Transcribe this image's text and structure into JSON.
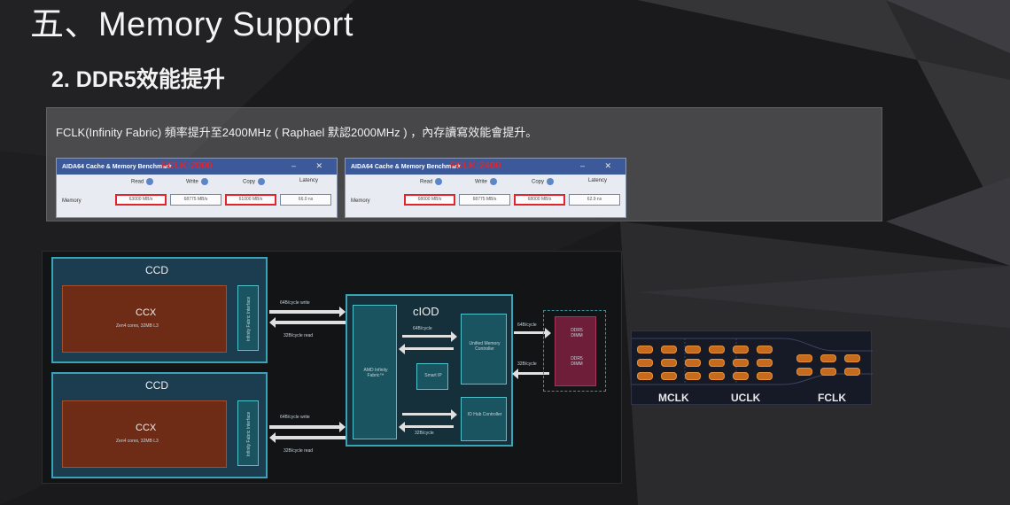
{
  "slide": {
    "title": "五、Memory Support",
    "subtitle": "2. DDR5效能提升"
  },
  "aida64": {
    "note": "FCLK(Infinity Fabric) 頻率提升至2400MHz ( Raphael 默認2000MHz ) ，內存讀寫效能會提升。",
    "windows": [
      {
        "app_title": "AIDA64 Cache & Memory Benchmark",
        "tag": "FCLK:2000",
        "columns": [
          "Read",
          "Write",
          "Copy",
          "Latency"
        ],
        "row_label": "Memory",
        "values": [
          "63000 MB/s",
          "68775 MB/s",
          "61000 MB/s",
          "66.0 ns"
        ],
        "controls": "– ✕"
      },
      {
        "app_title": "AIDA64 Cache & Memory Benchmark",
        "tag": "FCLK:2400",
        "columns": [
          "Read",
          "Write",
          "Copy",
          "Latency"
        ],
        "row_label": "Memory",
        "values": [
          "68000 MB/s",
          "68775 MB/s",
          "68000 MB/s",
          "62.9 ns"
        ],
        "controls": "– ✕"
      }
    ]
  },
  "io_diagram": {
    "ccds": [
      {
        "label": "CCD",
        "ccx_label": "CCX",
        "ccx_sub": "Zen4 cores, 32MB L3",
        "fabric_label": "Infinity Fabric Interface",
        "write_label": "64B/cycle write",
        "read_label": "32B/cycle read"
      },
      {
        "label": "CCD",
        "ccx_label": "CCX",
        "ccx_sub": "Zen4 cores, 32MB L3",
        "fabric_label": "Infinity Fabric Interface",
        "write_label": "64B/cycle write",
        "read_label": "32B/cycle read"
      }
    ],
    "iod_label": "cIOD",
    "fabric_core": "AMD Infinity Fabric™",
    "umc_label": "Unified Memory Controller",
    "smu_label": "Smart IP",
    "io_label": "IO Hub Controller",
    "arrow_labels": [
      "64B/cycle",
      "32B/cycle",
      "64B/cycle",
      "32B/cycle"
    ],
    "mem_link_top": "64B/cycle",
    "mem_link_bottom": "32B/cycle",
    "dimm_labels": [
      "DDR5 DIMM",
      "DDR5 DIMM"
    ]
  },
  "clock_panel": {
    "labels": [
      "MCLK",
      "UCLK",
      "FCLK"
    ]
  },
  "colors": {
    "accent_red": "#e0252c",
    "teal": "#3aa3b6",
    "ccx_brown": "#6e2c17",
    "dimm_maroon": "#6e1e38",
    "car_orange": "#c66a1e"
  }
}
